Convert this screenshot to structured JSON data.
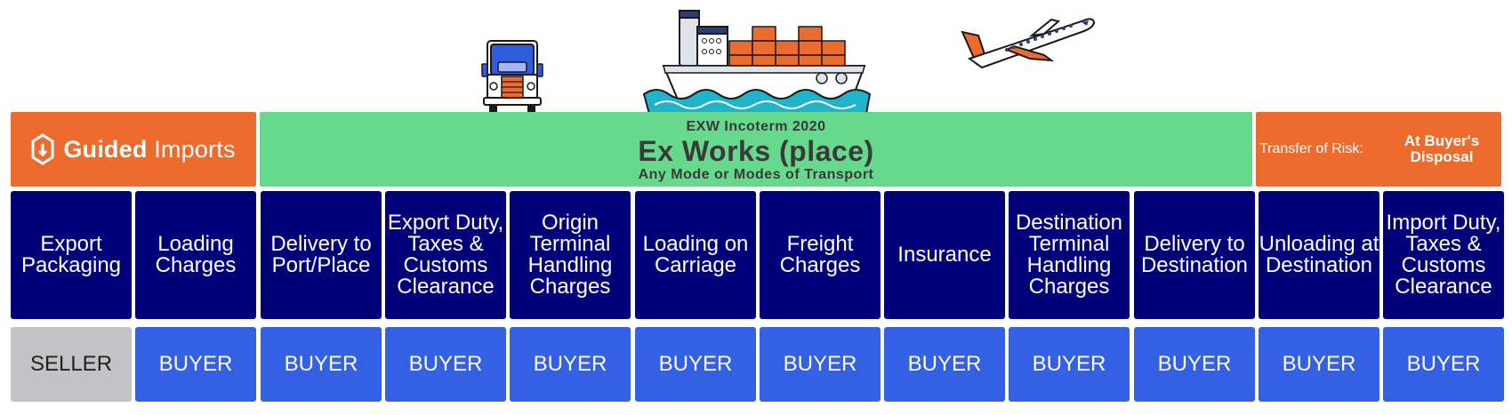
{
  "header": {
    "logo": {
      "brand_bold": "Guided",
      "brand_rest": "Imports"
    },
    "title": {
      "small": "EXW Incoterm 2020",
      "big": "Ex Works (place)",
      "subtitle": "Any Mode or Modes of Transport"
    },
    "risk": {
      "label": "Transfer of Risk:",
      "value": "At Buyer's Disposal"
    }
  },
  "columns": [
    {
      "label": "Export Packaging",
      "responsible": "SELLER"
    },
    {
      "label": "Loading Charges",
      "responsible": "BUYER"
    },
    {
      "label": "Delivery to Port/Place",
      "responsible": "BUYER"
    },
    {
      "label": "Export Duty, Taxes & Customs Clearance",
      "responsible": "BUYER"
    },
    {
      "label": "Origin Terminal Handling Charges",
      "responsible": "BUYER"
    },
    {
      "label": "Loading on Carriage",
      "responsible": "BUYER"
    },
    {
      "label": "Freight Charges",
      "responsible": "BUYER"
    },
    {
      "label": "Insurance",
      "responsible": "BUYER"
    },
    {
      "label": "Destination Terminal Handling Charges",
      "responsible": "BUYER"
    },
    {
      "label": "Delivery to Destination",
      "responsible": "BUYER"
    },
    {
      "label": "Unloading at Destination",
      "responsible": "BUYER"
    },
    {
      "label": "Import Duty, Taxes & Customs Clearance",
      "responsible": "BUYER"
    }
  ],
  "colors": {
    "orange": "#ec6b2d",
    "green": "#67d98d",
    "navy": "#020079",
    "buyer_blue": "#3460e4",
    "seller_gray": "#c3c3c6"
  },
  "icons": [
    "truck-icon",
    "cargo-ship-icon",
    "airplane-icon",
    "guided-imports-logo-icon"
  ]
}
